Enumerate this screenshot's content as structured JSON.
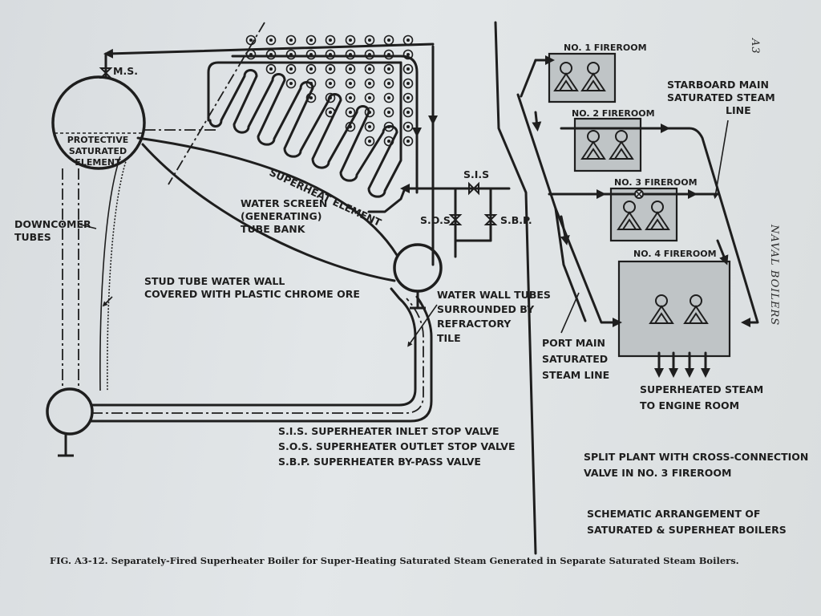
{
  "page": {
    "number": "A3",
    "side_title": "NAVAL BOILERS",
    "caption": "FIG. A3-12. Separately-Fired Superheater Boiler for Super-Heating Saturated Steam Generated in Separate Saturated Steam Boilers."
  },
  "left_diagram": {
    "ms_valve": "M.S.",
    "drum_label": [
      "PROTECTIVE",
      "SATURATED",
      "ELEMENT"
    ],
    "superheat_element": "SUPERHEAT ELEMENT",
    "water_screen": [
      "WATER SCREEN",
      "(GENERATING)",
      "TUBE BANK"
    ],
    "downcomer": [
      "DOWNCOMER",
      "TUBES"
    ],
    "stud_tube": [
      "STUD TUBE WATER WALL",
      "COVERED WITH PLASTIC CHROME ORE"
    ],
    "water_wall": [
      "WATER WALL TUBES",
      "SURROUNDED BY",
      "REFRACTORY",
      "TILE"
    ],
    "valves": {
      "sis": "S.I.S",
      "sos": "S.O.S.",
      "sbp": "S.B.P."
    },
    "legend": [
      "S.I.S. SUPERHEATER INLET STOP VALVE",
      "S.O.S. SUPERHEATER OUTLET STOP VALVE",
      "S.B.P. SUPERHEATER BY-PASS VALVE"
    ]
  },
  "right_diagram": {
    "firerooms": [
      "NO. 1 FIREROOM",
      "NO. 2 FIREROOM",
      "NO. 3 FIREROOM",
      "NO. 4 FIREROOM"
    ],
    "starboard": [
      "STARBOARD MAIN",
      "SATURATED STEAM",
      "LINE"
    ],
    "port": [
      "PORT MAIN",
      "SATURATED",
      "STEAM LINE"
    ],
    "superheated": [
      "SUPERHEATED STEAM",
      "TO ENGINE ROOM"
    ],
    "split_plant": [
      "SPLIT PLANT WITH CROSS-CONNECTION",
      "VALVE IN NO. 3 FIREROOM"
    ],
    "schematic": [
      "SCHEMATIC ARRANGEMENT OF",
      "SATURATED & SUPERHEAT BOILERS"
    ]
  }
}
